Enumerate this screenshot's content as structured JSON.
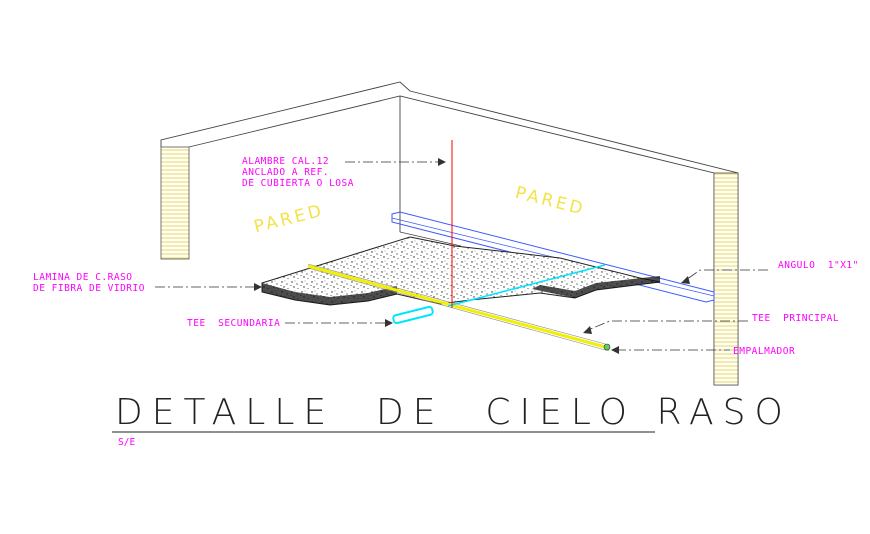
{
  "labels": {
    "wire": "ALAMBRE CAL.12\nANCLADO A REF.\nDE CUBIERTA O LOSA",
    "panel": "LAMINA DE C.RASO\nDE FIBRA DE VIDRIO",
    "angle": "ANGULO  1\"X1\"",
    "tee_secondary": "TEE  SECUNDARIA",
    "tee_main": "TEE  PRINCIPAL",
    "splice": "EMPALMADOR"
  },
  "walls": {
    "left": "PARED",
    "right": "PARED"
  },
  "title": "DETALLE  DE  CIELO RASO",
  "scale": "S/E",
  "colors": {
    "label": "#ff00ff",
    "wall_text": "#f2e34a",
    "tee_main": "#f0f000",
    "tee_secondary": "#00e5ff",
    "angle": "#3b5bff",
    "wire": "#ff0000",
    "lines": "#333333"
  }
}
